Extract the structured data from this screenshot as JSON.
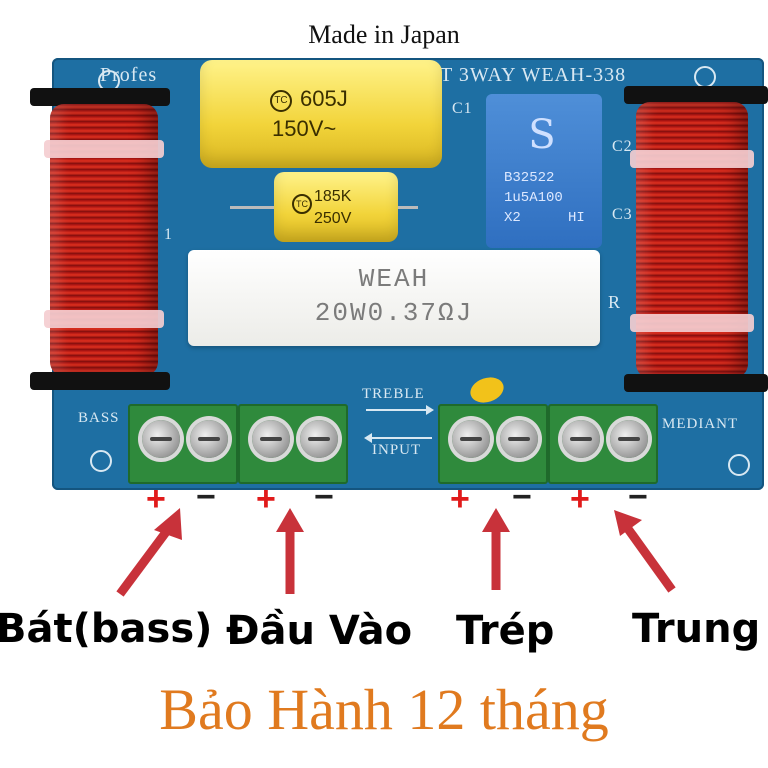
{
  "header": {
    "made_in": "Made in Japan"
  },
  "board": {
    "silkscreen_top": "Profes",
    "silkscreen_model": "T 3WAY WEAH-338",
    "labels": {
      "bass": "BASS",
      "treble": "TREBLE",
      "input": "INPUT",
      "mediant": "MEDIANT",
      "c1": "C1",
      "c2": "C2",
      "c3": "C3",
      "r": "R",
      "l1": "1"
    },
    "capacitor_large": {
      "line1": "605J",
      "line2": "150V~"
    },
    "capacitor_small": {
      "line1": "185K",
      "line2": "250V"
    },
    "capacitor_blue": {
      "line1": "B32522",
      "line2": "1u5A100",
      "line3_left": "X2",
      "line3_right": "HI"
    },
    "resistor": {
      "line1": "WEAH",
      "line2": "20W0.37ΩJ"
    },
    "signs": [
      "+",
      "−",
      "+",
      "−",
      "+",
      "−",
      "+",
      "−"
    ]
  },
  "terminals": [
    {
      "label": "Bát(bass)"
    },
    {
      "label": "Đầu Vào"
    },
    {
      "label": "Trép"
    },
    {
      "label": "Trung"
    }
  ],
  "footer": {
    "warranty": "Bảo Hành 12 tháng"
  },
  "colors": {
    "arrow": "#c8323a",
    "warranty": "#e07a1f",
    "board": "#1e6fa3"
  }
}
